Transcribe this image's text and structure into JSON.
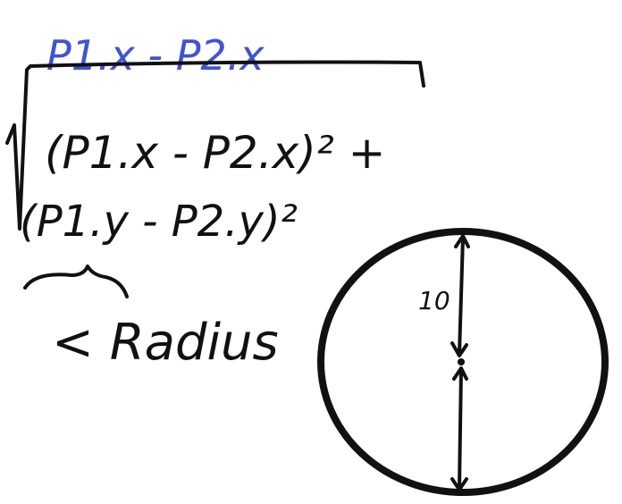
{
  "note": {
    "top_expr": "P1.x - P2.x",
    "line1": "(P1.x - P2.x)² +",
    "line2": "(P1.y - P2.y)²",
    "compare": "< Radius",
    "radius_label": "10"
  },
  "colors": {
    "blue_ink": "#4052d6",
    "black_ink": "#111111",
    "background": "#ffffff"
  }
}
